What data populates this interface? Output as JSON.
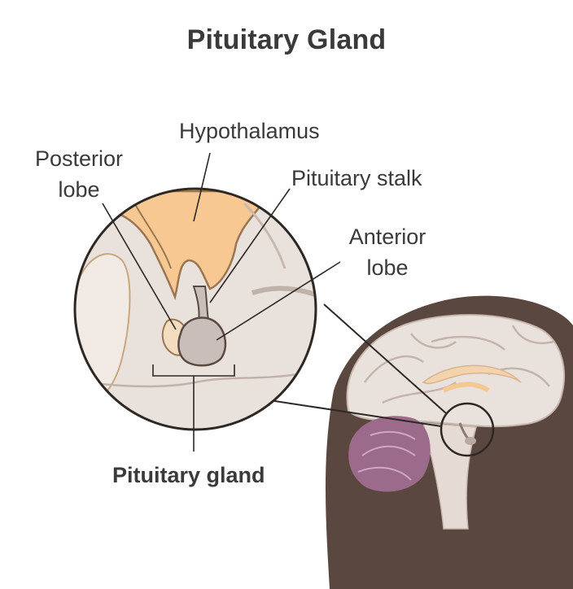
{
  "diagram": {
    "title": "Pituitary Gland",
    "labels": {
      "hypothalamus": "Hypothalamus",
      "posterior_line1": "Posterior",
      "posterior_line2": "lobe",
      "stalk": "Pituitary stalk",
      "anterior_line1": "Anterior",
      "anterior_line2": "lobe",
      "gland": "Pituitary gland"
    },
    "colors": {
      "hypothalamus": "#f7c892",
      "gland": "#c9beb9",
      "brain_tissue": "#e9e1dc",
      "head": "#5a4740",
      "cerebellum": "#9c6b8c",
      "outline": "#4a3f3a"
    }
  }
}
